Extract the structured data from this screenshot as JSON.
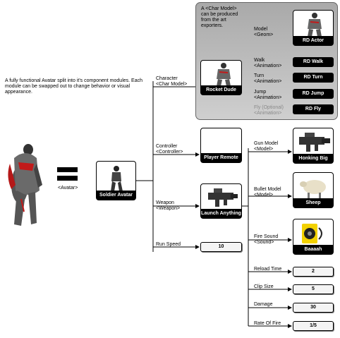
{
  "description": "A fully functional Avatar split into it's component modules. Each module can be swapped out to change behavior or visual appearance.",
  "panel_note": "A <Char Model> can be produced from the art exporters.",
  "avatar": {
    "label": "<Avatar>"
  },
  "soldier": {
    "label": "Soldier Avatar"
  },
  "top_fields": [
    {
      "name": "Character",
      "type": "<Char Model>"
    },
    {
      "name": "Controller",
      "type": "<Controller>"
    },
    {
      "name": "Weapon",
      "type": "<Weapon>"
    },
    {
      "name": "Run Speed",
      "type": ""
    }
  ],
  "rocket_dude": {
    "label": "Rocket Dude"
  },
  "player_remote": {
    "label": "Player Remote"
  },
  "launch_anything": {
    "label": "Launch Anything"
  },
  "run_speed_value": "10",
  "char_fields": [
    {
      "name": "Model",
      "type": "<Geom>",
      "target": "RD Actor"
    },
    {
      "name": "Walk",
      "type": "<Animation>",
      "target": "RD Walk"
    },
    {
      "name": "Turn",
      "type": "<Animation>",
      "target": "RD Turn"
    },
    {
      "name": "Jump",
      "type": "<Animation>",
      "target": "RD Jump"
    },
    {
      "name": "Fly (Optional)",
      "type": "<Animation>",
      "target": "RD Fly"
    }
  ],
  "weapon_fields": [
    {
      "name": "Gun Model",
      "type": "<Model>",
      "target": "Honking Big Gun"
    },
    {
      "name": "Bullet Model",
      "type": "<Model>",
      "target": "Sheep"
    },
    {
      "name": "Fire Sound",
      "type": "<Sound>",
      "target": "Baaaah"
    },
    {
      "name": "Reload Time",
      "type": "",
      "target": "2"
    },
    {
      "name": "Clip Size",
      "type": "",
      "target": "5"
    },
    {
      "name": "Damage",
      "type": "",
      "target": "30"
    },
    {
      "name": "Rate Of Fire",
      "type": "",
      "target": "1/5"
    }
  ]
}
